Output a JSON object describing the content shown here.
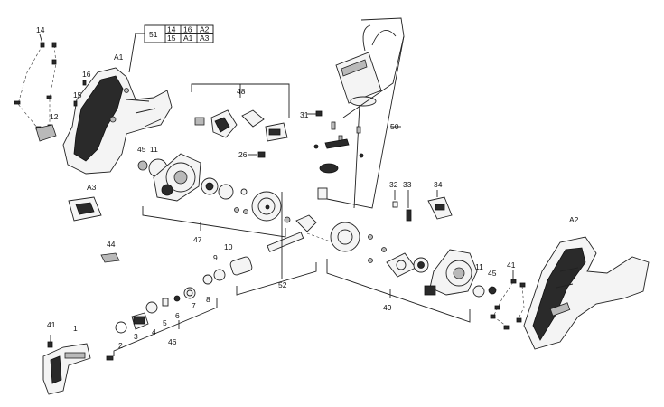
{
  "callouts": {
    "c1": "1",
    "c2": "2",
    "c3": "3",
    "c4": "4",
    "c5": "5",
    "c6": "6",
    "c7": "7",
    "c8": "8",
    "c9": "9",
    "c10": "10",
    "c11a": "11",
    "c11b": "11",
    "c12": "12",
    "c14": "14",
    "c15": "15",
    "c16": "16",
    "c26": "26",
    "c31": "31",
    "c32": "32",
    "c33": "33",
    "c34": "34",
    "c41a": "41",
    "c41b": "41",
    "c44": "44",
    "c45a": "45",
    "c45b": "45",
    "c46": "46",
    "c47": "47",
    "c48": "48",
    "c49": "49",
    "c50": "50",
    "c52": "52",
    "cA1": "A1",
    "cA2": "A2",
    "cA3": "A3"
  },
  "table": {
    "key": "51",
    "r1": [
      "14",
      "16",
      "A2"
    ],
    "r2": [
      "15",
      "A1",
      "A3"
    ]
  }
}
